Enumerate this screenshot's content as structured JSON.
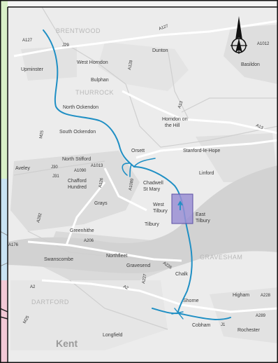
{
  "map": {
    "labels": {
      "brentwood": "BRENTWOOD",
      "thurrock": "THURROCK",
      "gravesham": "GRAVESHAM",
      "dartford": "DARTFORD",
      "kent": "Kent",
      "upminster": "Upminster",
      "west_horndon": "West Horndon",
      "bulphan": "Bulphan",
      "dunton": "Dunton",
      "basildon": "Basildon",
      "north_ockendon": "North Ockendon",
      "south_ockendon": "South Ockendon",
      "horndon_on_the": "Horndon on",
      "horndon_hill": "the Hill",
      "stanford_le_hope": "Stanford-le-Hope",
      "linford": "Linford",
      "orsett": "Orsett",
      "north_stifford": "North Stifford",
      "aveley": "Aveley",
      "chafford_1": "Chafford",
      "chafford_2": "Hundred",
      "chadwell_1": "Chadwell",
      "chadwell_2": "St Mary",
      "grays": "Grays",
      "west_tilbury_1": "West",
      "west_tilbury_2": "Tilbury",
      "east_tilbury_1": "East",
      "east_tilbury_2": "Tilbury",
      "tilbury": "Tilbury",
      "greenhithe": "Greenhithe",
      "swanscombe": "Swanscombe",
      "northfleet": "Northfleet",
      "gravesend": "Gravesend",
      "chalk": "Chalk",
      "shorne": "Shorne",
      "higham": "Higham",
      "cobham": "Cobham",
      "rochester": "Rochester",
      "longfield": "Longfield"
    },
    "roads": {
      "a127": "A127",
      "a127b": "A127",
      "a128": "A128",
      "a13": "A13",
      "a13b": "A13",
      "a1089": "A1089",
      "a1013": "A1013",
      "a126": "A126",
      "a1090": "A1090",
      "a282": "A282",
      "a206": "A206",
      "a226": "A226",
      "a227": "A227",
      "a2": "A2",
      "a2b": "A2",
      "a228": "A228",
      "a289": "A289",
      "a176": "A176",
      "m25": "M25",
      "m25b": "M25",
      "j29": "J29",
      "j30": "J30",
      "j31": "J31",
      "j1": "J1",
      "a12": "A1012"
    },
    "colors": {
      "route": "#1f8fc4",
      "study_area_fill": "#9a8fd4",
      "study_area_stroke": "#5b4ea3",
      "water": "#d8d8d8",
      "urban": "#dcdcdc",
      "left_strip_green": "#d9f0c8",
      "left_strip_pink": "#f3c9d6",
      "left_strip_blue": "#c9e3f3"
    },
    "icons": {
      "north": "north-arrow-icon"
    }
  }
}
